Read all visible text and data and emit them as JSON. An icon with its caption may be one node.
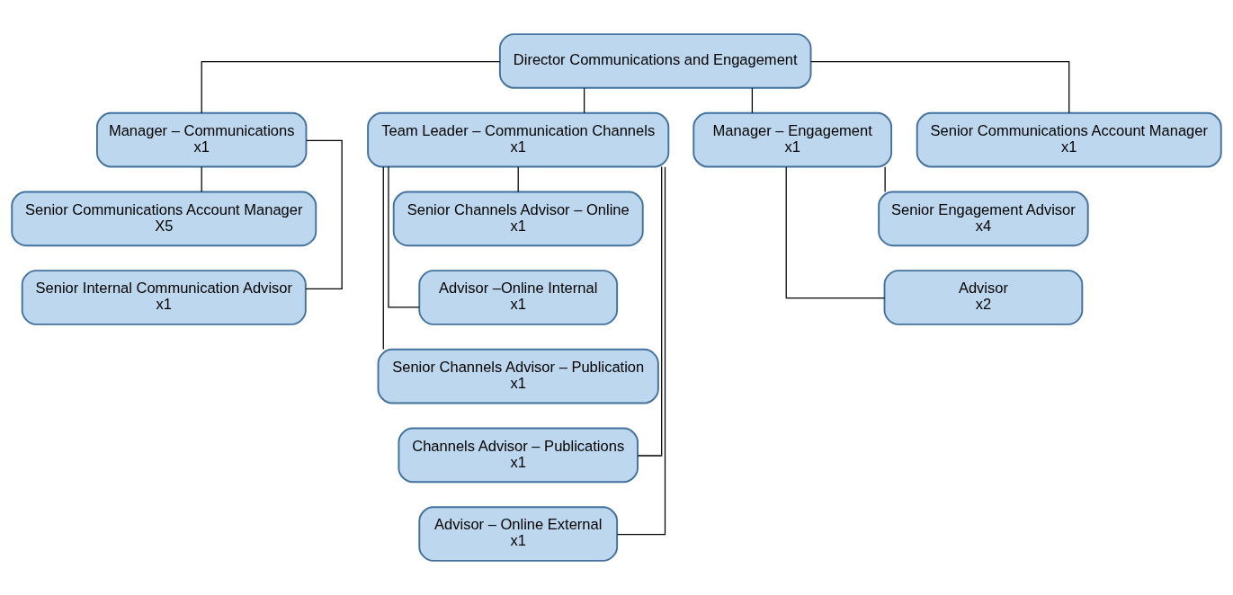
{
  "diagram": {
    "nodes": [
      {
        "text": [
          "Director Communications and Engagement"
        ]
      },
      {
        "text": [
          "Manager – Communications",
          "x1"
        ]
      },
      {
        "text": [
          "Senior Communications Account Manager",
          "X5"
        ]
      },
      {
        "text": [
          "Senior Internal Communication Advisor",
          "x1"
        ]
      },
      {
        "text": [
          "Team Leader – Communication Channels",
          "x1"
        ]
      },
      {
        "text": [
          "Senior Channels Advisor – Online",
          "x1"
        ]
      },
      {
        "text": [
          "Advisor –Online Internal",
          "x1"
        ]
      },
      {
        "text": [
          "Senior Channels Advisor – Publication",
          "x1"
        ]
      },
      {
        "text": [
          "Channels Advisor – Publications",
          "x1"
        ]
      },
      {
        "text": [
          "Advisor – Online External",
          "x1"
        ]
      },
      {
        "text": [
          "Manager – Engagement",
          "x1"
        ]
      },
      {
        "text": [
          "Senior Engagement Advisor",
          "x4"
        ]
      },
      {
        "text": [
          "Advisor",
          "x2"
        ]
      },
      {
        "text": [
          "Senior Communications Account Manager",
          "x1"
        ]
      }
    ],
    "edges": [
      {
        "from": 0,
        "to": 1,
        "arrow": "none"
      },
      {
        "from": 0,
        "to": 4,
        "arrow": "none"
      },
      {
        "from": 0,
        "to": 10,
        "arrow": "none"
      },
      {
        "from": 0,
        "to": 13,
        "arrow": "none"
      },
      {
        "from": 1,
        "to": 2,
        "arrow": "none"
      },
      {
        "from": 1,
        "to": 3,
        "arrow": "none"
      },
      {
        "from": 4,
        "to": 5,
        "arrow": "none"
      },
      {
        "from": 4,
        "to": 6,
        "arrow": "none"
      },
      {
        "from": 4,
        "to": 7,
        "arrow": "none"
      },
      {
        "from": 4,
        "to": 8,
        "arrow": "none"
      },
      {
        "from": 4,
        "to": 9,
        "arrow": "none"
      },
      {
        "from": 10,
        "to": 11,
        "arrow": "none"
      },
      {
        "from": 10,
        "to": 12,
        "arrow": "none"
      }
    ]
  }
}
